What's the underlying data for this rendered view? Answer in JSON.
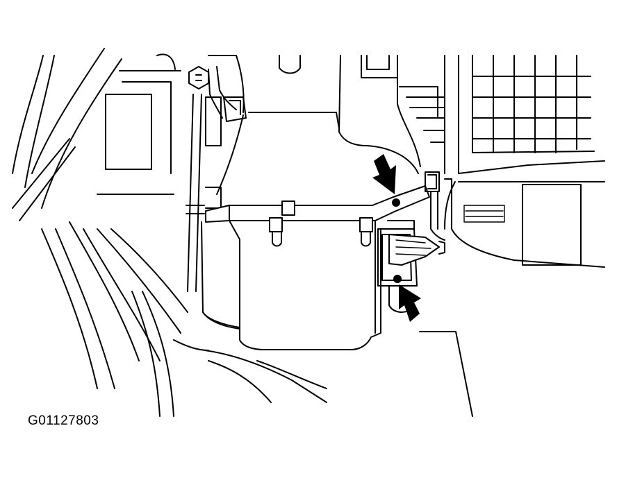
{
  "figure": {
    "id_label": "G01127803"
  },
  "colors": {
    "line": "#000000",
    "background": "#ffffff"
  },
  "callouts": [
    {
      "name": "upper-arrow",
      "points_to": "upper-mounting-screw"
    },
    {
      "name": "lower-arrow",
      "points_to": "lower-mounting-screw"
    }
  ]
}
